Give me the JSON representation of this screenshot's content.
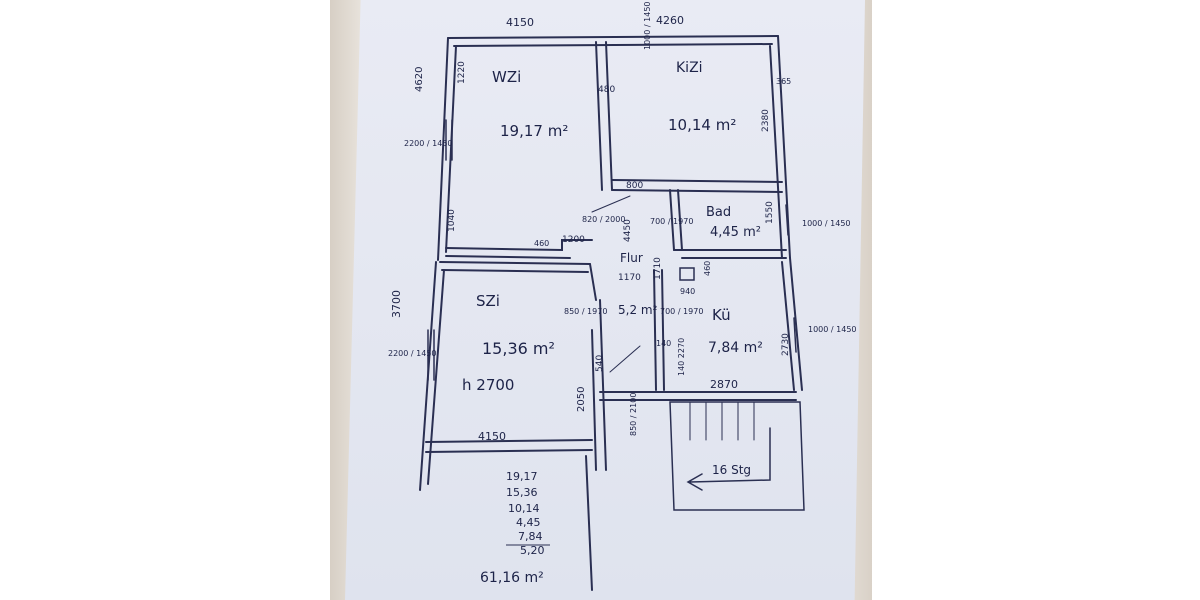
{
  "rooms": {
    "wohnzimmer": {
      "name": "WZi",
      "area": "19,17 m²"
    },
    "kinderzimmer": {
      "name": "KiZi",
      "area": "10,14 m²"
    },
    "bad": {
      "name": "Bad",
      "area": "4,45 m²"
    },
    "flur": {
      "name": "Flur",
      "area": "5,2 m²"
    },
    "kueche": {
      "name": "Kü",
      "area": "7,84 m²"
    },
    "schlafzimmer": {
      "name": "SZi",
      "area": "15,36 m²",
      "height": "h 2700"
    }
  },
  "dimensions": {
    "top_left": "4150",
    "top_right": "4260",
    "left_upper": "4620",
    "left_lower": "3700",
    "wzi_inner_top": "1220",
    "wall_480": "480",
    "wzi_side": "1040",
    "kizi_window": "1000 / 1450",
    "kizi_side": "2380",
    "kizi_corner": "365",
    "kizi_door": "800",
    "wzi_window": "2200 / 1450",
    "wzi_door": "820 / 2000",
    "flur_width": "4450",
    "bad_door": "700 / 1970",
    "bad_side": "1550",
    "bad_window": "1000 / 1450",
    "wall_460": "460",
    "wall_1200": "1200",
    "flur_1170": "1170",
    "flur_1710": "1710",
    "small_460": "460",
    "ku_940": "940",
    "szi_door": "850 / 1970",
    "ku_door": "700 / 1970",
    "ku_window": "1000 / 1450",
    "ku_side": "2730",
    "szi_window": "2200 / 1450",
    "wall_540": "540",
    "wall_140": "140",
    "ku_140_2270": "140  2270",
    "ku_inner": "140",
    "ku_bottom": "2870",
    "szi_2050": "2050",
    "szi_bottom": "4150",
    "entry_door": "850 / 2100",
    "stairs": "16 Stg"
  },
  "area_sum": {
    "items": [
      "19,17",
      "15,36",
      "10,14",
      "4,45",
      "7,84",
      "5,20"
    ],
    "total": "61,16 m²"
  }
}
